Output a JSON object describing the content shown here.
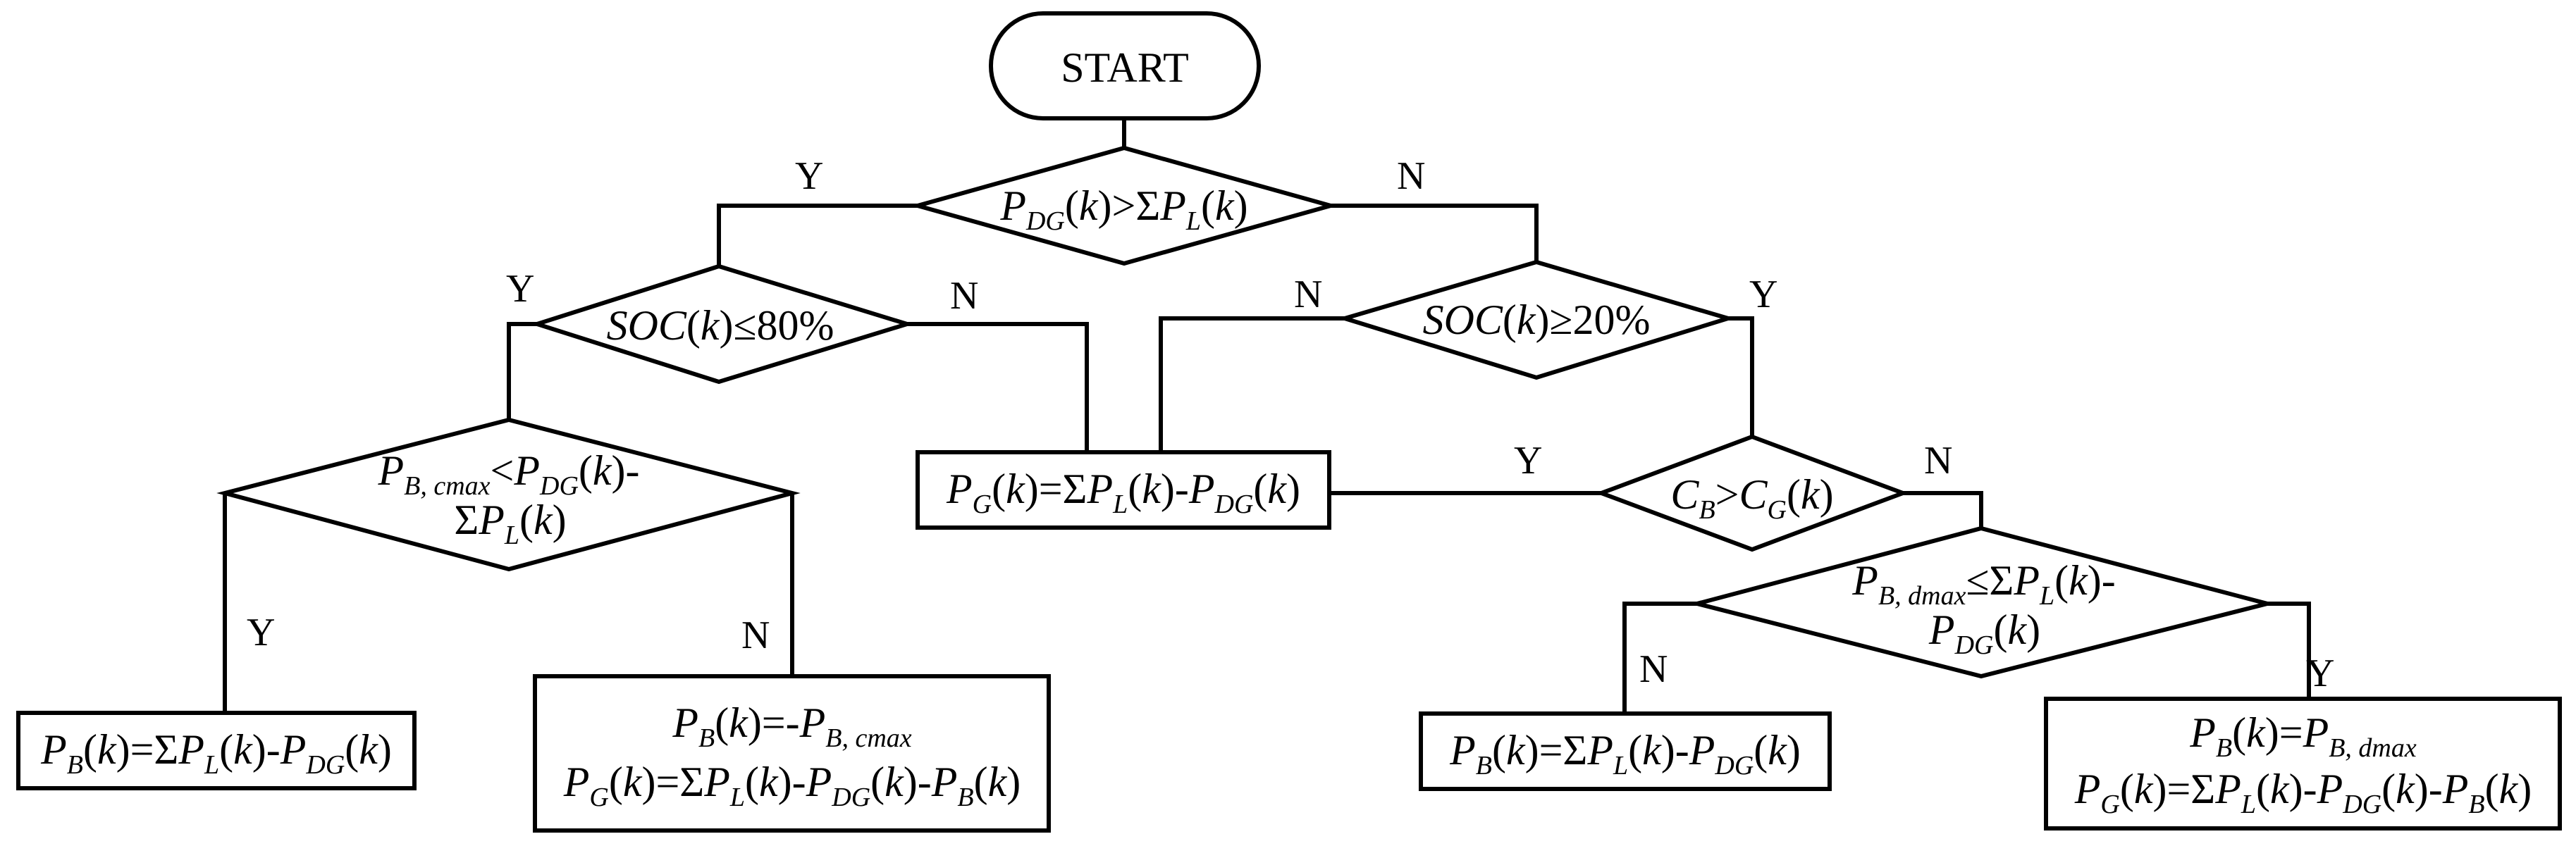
{
  "start": "START",
  "yes": "Y",
  "no": "N",
  "d1": "P_DG(k)>ΣP_L(k)",
  "d2": "SOC(k)≤80%",
  "d3": "SOC(k)≥20%",
  "d4": "P_B,cmax<P_DG(k)-ΣP_L(k)",
  "d5": "C_B>C_G(k)",
  "d6": "P_B,dmax≤ΣP_L(k)-P_DG(k)",
  "b1": "P_G(k)=ΣP_L(k)-P_DG(k)",
  "b2": "P_B(k)=ΣP_L(k)-P_DG(k)",
  "b3_line1": "P_B(k)=-P_B,cmax",
  "b3_line2": "P_G(k)=ΣP_L(k)-P_DG(k)-P_B(k)",
  "b4": "P_B(k)=ΣP_L(k)-P_DG(k)",
  "b5_line1": "P_B(k)=P_B,dmax",
  "b5_line2": "P_G(k)=ΣP_L(k)-P_DG(k)-P_B(k)"
}
